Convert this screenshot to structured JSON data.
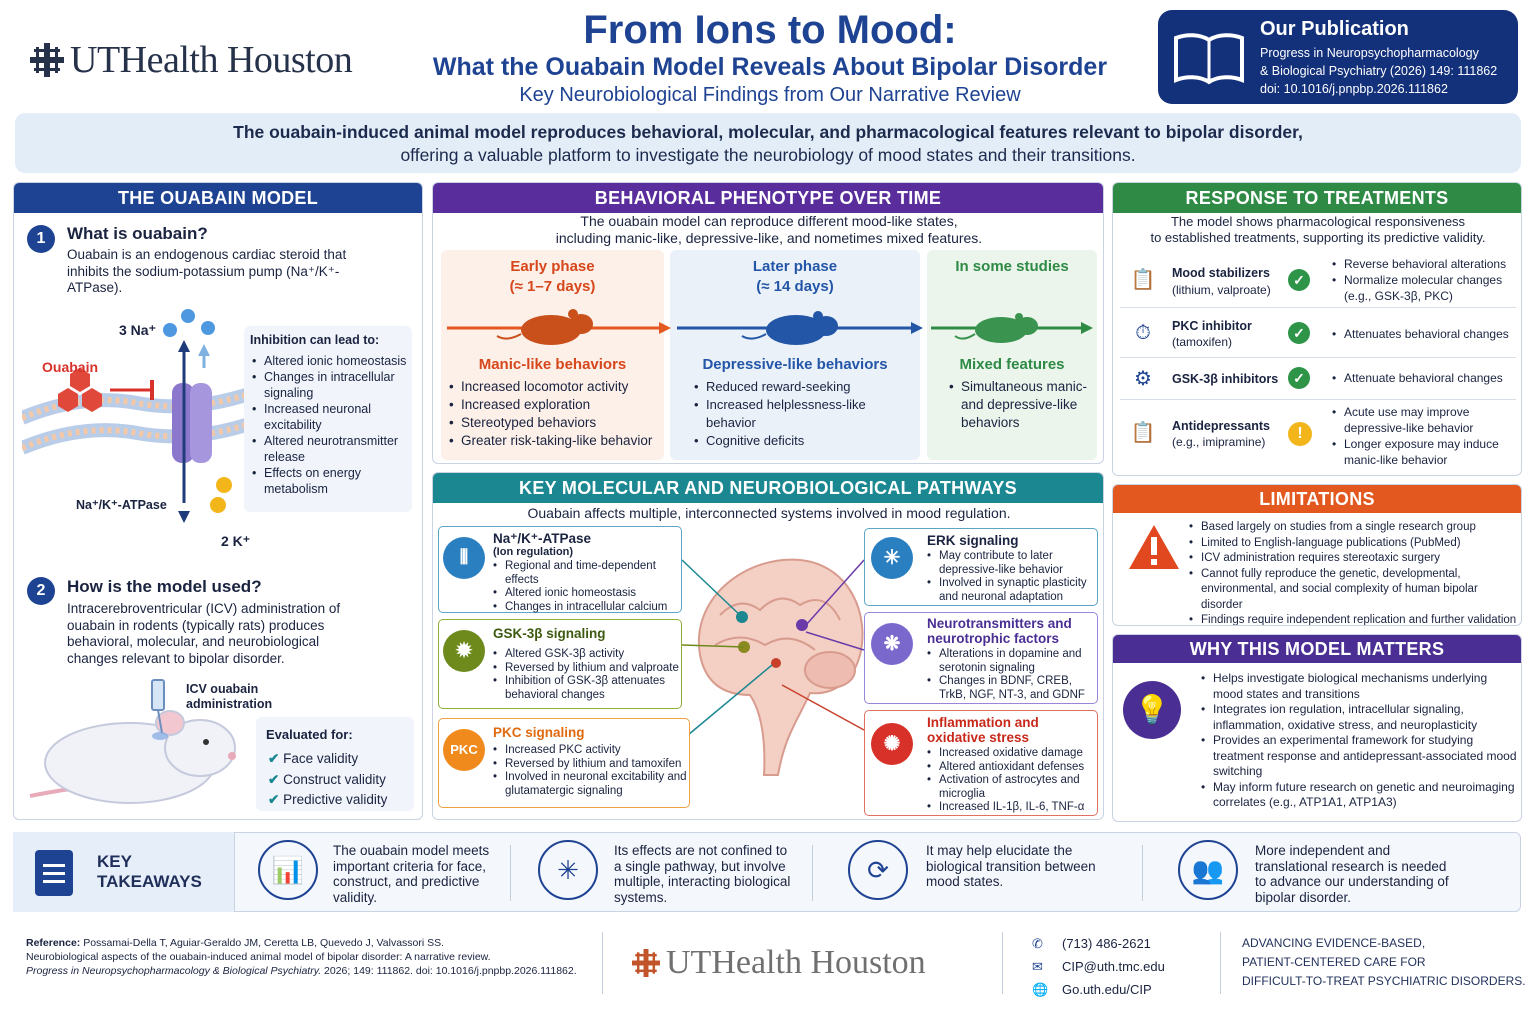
{
  "header": {
    "logo_text": "UTHealth Houston",
    "title_line1": "From Ions to Mood:",
    "title_line2": "What the Ouabain Model Reveals About Bipolar Disorder",
    "title_line3": "Key Neurobiological Findings from Our Narrative Review"
  },
  "publication": {
    "heading": "Our Publication",
    "line1": "Progress in Neuropsychopharmacology",
    "line2": "& Biological Psychiatry (2026) 149: 111862",
    "line3": "doi: 10.1016/j.pnpbp.2026.111862"
  },
  "banner": {
    "line1": "The ouabain-induced animal model reproduces behavioral, molecular, and pharmacological features relevant to bipolar disorder,",
    "line2": "offering a valuable platform to investigate the neurobiology of mood states and their transitions."
  },
  "ouabain_model": {
    "heading": "THE OUABAIN MODEL",
    "q1_num": "1",
    "q1_title": "What is ouabain?",
    "q1_text": "Ouabain is an endogenous cardiac steroid that inhibits the sodium-potassium pump (Na⁺/K⁺-ATPase).",
    "label_na": "3 Na⁺",
    "label_ouabain": "Ouabain",
    "label_pump": "Na⁺/K⁺-ATPase",
    "label_k": "2 K⁺",
    "inhibition_title": "Inhibition can lead to:",
    "inhibition_items": [
      "Altered ionic homeostasis",
      "Changes in intracellular signaling",
      "Increased neuronal excitability",
      "Altered neurotransmitter release",
      "Effects on energy metabolism"
    ],
    "q2_num": "2",
    "q2_title": "How is the model used?",
    "q2_text": "Intracerebroventricular (ICV) administration of ouabain in rodents (typically rats) produces behavioral, molecular, and neurobiological changes relevant to bipolar disorder.",
    "icv_label": "ICV ouabain administration",
    "evaluated_title": "Evaluated for:",
    "evaluated_items": [
      "Face validity",
      "Construct validity",
      "Predictive validity"
    ]
  },
  "behavior": {
    "heading": "BEHAVIORAL PHENOTYPE OVER TIME",
    "intro1": "The ouabain model can reproduce different mood-like states,",
    "intro2": "including manic-like, depressive-like, and nometimes mixed features.",
    "phases": [
      {
        "title": "Early phase",
        "sub": "(≈ 1–7 days)",
        "label": "Manic-like behaviors",
        "items": [
          "Increased locomotor activity",
          "Increased exploration",
          "Stereotyped behaviors",
          "Greater risk-taking-like behavior"
        ]
      },
      {
        "title": "Later phase",
        "sub": "(≈ 14 days)",
        "label": "Depressive-like behaviors",
        "items": [
          "Reduced reward-seeking",
          "Increased helplessness-like behavior",
          "Cognitive deficits"
        ]
      },
      {
        "title": "In some studies",
        "sub": "",
        "label": "Mixed features",
        "items": [
          "Simultaneous manic- and depressive-like behaviors"
        ]
      }
    ]
  },
  "pathways": {
    "heading": "KEY MOLECULAR AND NEUROBIOLOGICAL PATHWAYS",
    "intro": "Ouabain affects multiple, interconnected systems involved in mood regulation.",
    "left": [
      {
        "title": "Na⁺/K⁺-ATPase",
        "sub": "(Ion regulation)",
        "items": [
          "Regional and time-dependent effects",
          "Altered ionic homeostasis",
          "Changes in intracellular calcium"
        ]
      },
      {
        "title": "GSK-3β signaling",
        "sub": "",
        "items": [
          "Altered GSK-3β activity",
          "Reversed by lithium and valproate",
          "Inhibition of GSK-3β attenuates behavioral changes"
        ]
      },
      {
        "title": "PKC signaling",
        "sub": "",
        "icon_text": "PKC",
        "items": [
          "Increased PKC activity",
          "Reversed by lithium and tamoxifen",
          "Involved in neuronal excitability and glutamatergic signaling"
        ]
      }
    ],
    "right": [
      {
        "title": "ERK signaling",
        "items": [
          "May contribute to later depressive-like behavior",
          "Involved in synaptic plasticity and neuronal adaptation"
        ]
      },
      {
        "title": "Neurotransmitters and neurotrophic factors",
        "items": [
          "Alterations in dopamine and serotonin signaling",
          "Changes in BDNF, CREB, TrkB, NGF, NT-3, and GDNF"
        ]
      },
      {
        "title": "Inflammation and oxidative stress",
        "items": [
          "Increased oxidative damage",
          "Altered antioxidant defenses",
          "Activation of astrocytes and microglia",
          "Increased IL-1β, IL-6, TNF-α"
        ]
      }
    ]
  },
  "treatments": {
    "heading": "RESPONSE TO TREATMENTS",
    "intro1": "The model shows pharmacological responsiveness",
    "intro2": "to established treatments, supporting its predictive validity.",
    "rows": [
      {
        "name": "Mood stabilizers",
        "sub": "(lithium, valproate)",
        "items": [
          "Reverse behavioral alterations",
          "Normalize molecular changes (e.g., GSK-3β, PKC)"
        ]
      },
      {
        "name": "PKC inhibitor",
        "sub": "(tamoxifen)",
        "items": [
          "Attenuates behavioral changes"
        ]
      },
      {
        "name": "GSK-3β inhibitors",
        "sub": "",
        "items": [
          "Attenuate behavioral changes"
        ]
      },
      {
        "name": "Antidepressants",
        "sub": "(e.g., imipramine)",
        "items": [
          "Acute use may improve depressive-like behavior",
          "Longer exposure may induce manic-like behavior"
        ]
      }
    ]
  },
  "limitations": {
    "heading": "LIMITATIONS",
    "items": [
      "Based largely on studies from a single research group",
      "Limited to English-language publications (PubMed)",
      "ICV administration requires stereotaxic surgery",
      "Cannot fully reproduce the genetic, developmental, environmental, and social complexity of human bipolar disorder",
      "Findings require independent replication and further validation"
    ]
  },
  "why": {
    "heading": "WHY THIS MODEL MATTERS",
    "items": [
      "Helps investigate biological mechanisms underlying mood states and transitions",
      "Integrates ion regulation, intracellular signaling, inflammation, oxidative stress, and neuroplasticity",
      "Provides an experimental framework for studying treatment response and antidepressant-associated mood switching",
      "May inform future research on genetic and neuroimaging correlates (e.g., ATP1A1, ATP1A3)"
    ]
  },
  "takeaways": {
    "label_line1": "KEY",
    "label_line2": "TAKEAWAYS",
    "items": [
      "The ouabain model meets important criteria for face, construct, and predictive validity.",
      "Its effects are not confined to a single pathway, but involve multiple, interacting biological systems.",
      "It may help elucidate the biological transition between mood states.",
      "More independent and translational research is needed to advance our understanding of bipolar disorder."
    ]
  },
  "footer": {
    "ref_label": "Reference:",
    "ref_authors": "Possamai-Della T, Aguiar-Geraldo JM, Ceretta LB, Quevedo J, Valvassori SS.",
    "ref_title": "Neurobiological aspects of the ouabain-induced animal model of bipolar disorder: A narrative review.",
    "ref_journal": "Progress in Neuropsychopharmacology & Biological Psychiatry.",
    "ref_details": "2026; 149: 111862. doi: 10.1016/j.pnpbp.2026.111862.",
    "logo_text": "UTHealth Houston",
    "phone": "(713) 486-2621",
    "email": "CIP@uth.tmc.edu",
    "web": "Go.uth.edu/CIP",
    "tagline1": "ADVANCING EVIDENCE-BASED,",
    "tagline2": "PATIENT-CENTERED CARE FOR",
    "tagline3": "DIFFICULT-TO-TREAT PSYCHIATRIC DISORDERS."
  },
  "colors": {
    "navy": "#1f4393",
    "purple": "#5a2d9c",
    "teal": "#1b8791",
    "green": "#2e8a45",
    "orange": "#e2581f",
    "manic": "#d6471b",
    "depressive": "#2456a8",
    "mixed": "#2e8a45"
  }
}
